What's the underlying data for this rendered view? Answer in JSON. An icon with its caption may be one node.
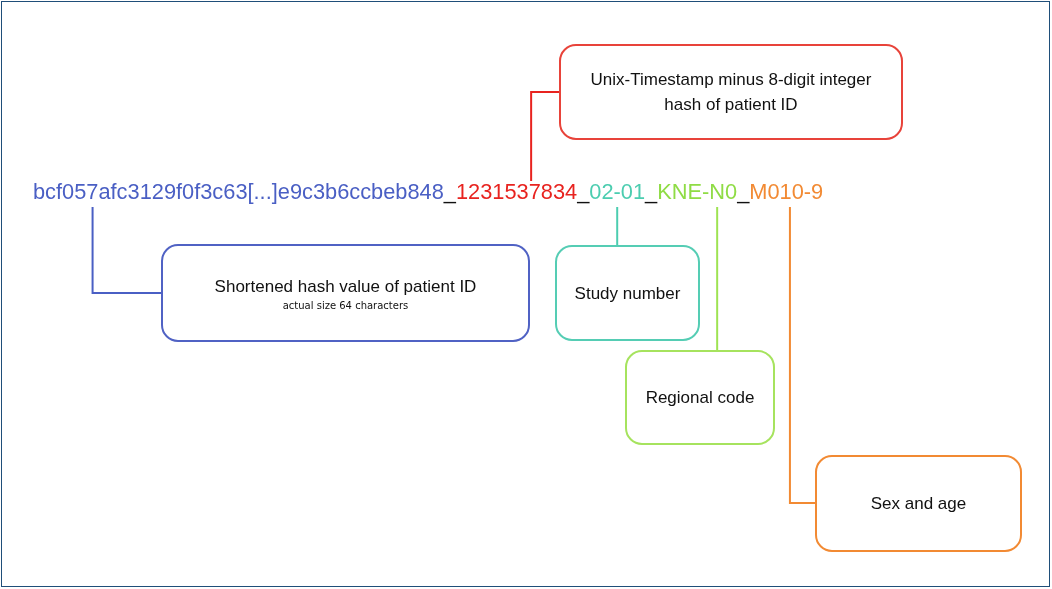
{
  "diagram": {
    "nodes": [
      {
        "text": [
          "bcf057afc3129f0f3c63[...]e9c3b6ccbeb848"
        ]
      },
      {
        "text": [
          "1231537834"
        ]
      },
      {
        "text": [
          "02-01"
        ]
      },
      {
        "text": [
          "KNE-N0"
        ]
      },
      {
        "text": [
          "M010-9"
        ]
      },
      {
        "text": [
          "Unix-Timestamp minus 8-digit integer hash of patient ID"
        ]
      },
      {
        "text": [
          "Shortened hash value of patient ID",
          "actual size 64 characters"
        ]
      },
      {
        "text": [
          "Study number"
        ]
      },
      {
        "text": [
          "Regional code"
        ]
      },
      {
        "text": [
          "Sex and age"
        ]
      }
    ],
    "edges": [
      {
        "from": 0,
        "to": 6,
        "arrow": "none",
        "color": "#4a5fc4"
      },
      {
        "from": 1,
        "to": 5,
        "arrow": "none",
        "color": "#e8231f"
      },
      {
        "from": 2,
        "to": 7,
        "arrow": "none",
        "color": "#4ccdb0"
      },
      {
        "from": 3,
        "to": 8,
        "arrow": "none",
        "color": "#9ee352"
      },
      {
        "from": 4,
        "to": 9,
        "arrow": "none",
        "color": "#f28a33"
      }
    ],
    "labels": [
      "_",
      "_",
      "_",
      "_"
    ]
  }
}
